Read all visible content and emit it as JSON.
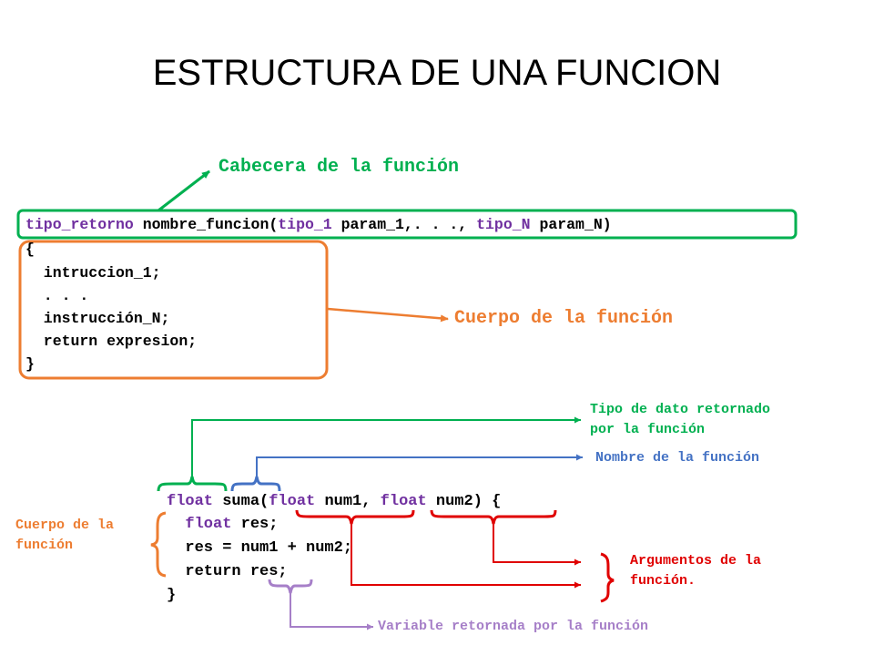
{
  "title": "ESTRUCTURA DE UNA FUNCION",
  "labels": {
    "cabecera": "Cabecera de la función",
    "cuerpo": "Cuerpo de la función",
    "tipo_dato_1": "Tipo de dato retornado",
    "tipo_dato_2": "por la función",
    "nombre": "Nombre de la función",
    "cuerpo_small_1": "Cuerpo de la",
    "cuerpo_small_2": "función",
    "argumentos_1": "Argumentos de la",
    "argumentos_2": "función.",
    "variable": "Variable retornada por la función"
  },
  "generic": {
    "header": {
      "tipo_retorno": "tipo_retorno",
      "nombre_funcion": " nombre_funcion(",
      "tipo_1": "tipo_1",
      "param_1": " param_1,. . ., ",
      "tipo_N": "tipo_N",
      "param_N": " param_N)"
    },
    "open_brace": "{",
    "body": [
      "  intruccion_1;",
      "  . . .",
      "  instrucción_N;",
      "  return expresion;"
    ],
    "close_brace": "}"
  },
  "example": {
    "line1": {
      "float_a": "float",
      "suma": " suma(",
      "float_b": "float",
      "num1": " num1, ",
      "float_c": "float",
      "num2": " num2) {"
    },
    "line2_kw": "  float",
    "line2_rest": " res;",
    "line3": "  res = num1 + num2;",
    "line4": "  return res;",
    "line5": "}"
  },
  "colors": {
    "green": "#00B050",
    "orange": "#ED7D31",
    "blue": "#4472C4",
    "red": "#E00000",
    "purple": "#A67FC8",
    "keyword": "#7030A0"
  }
}
